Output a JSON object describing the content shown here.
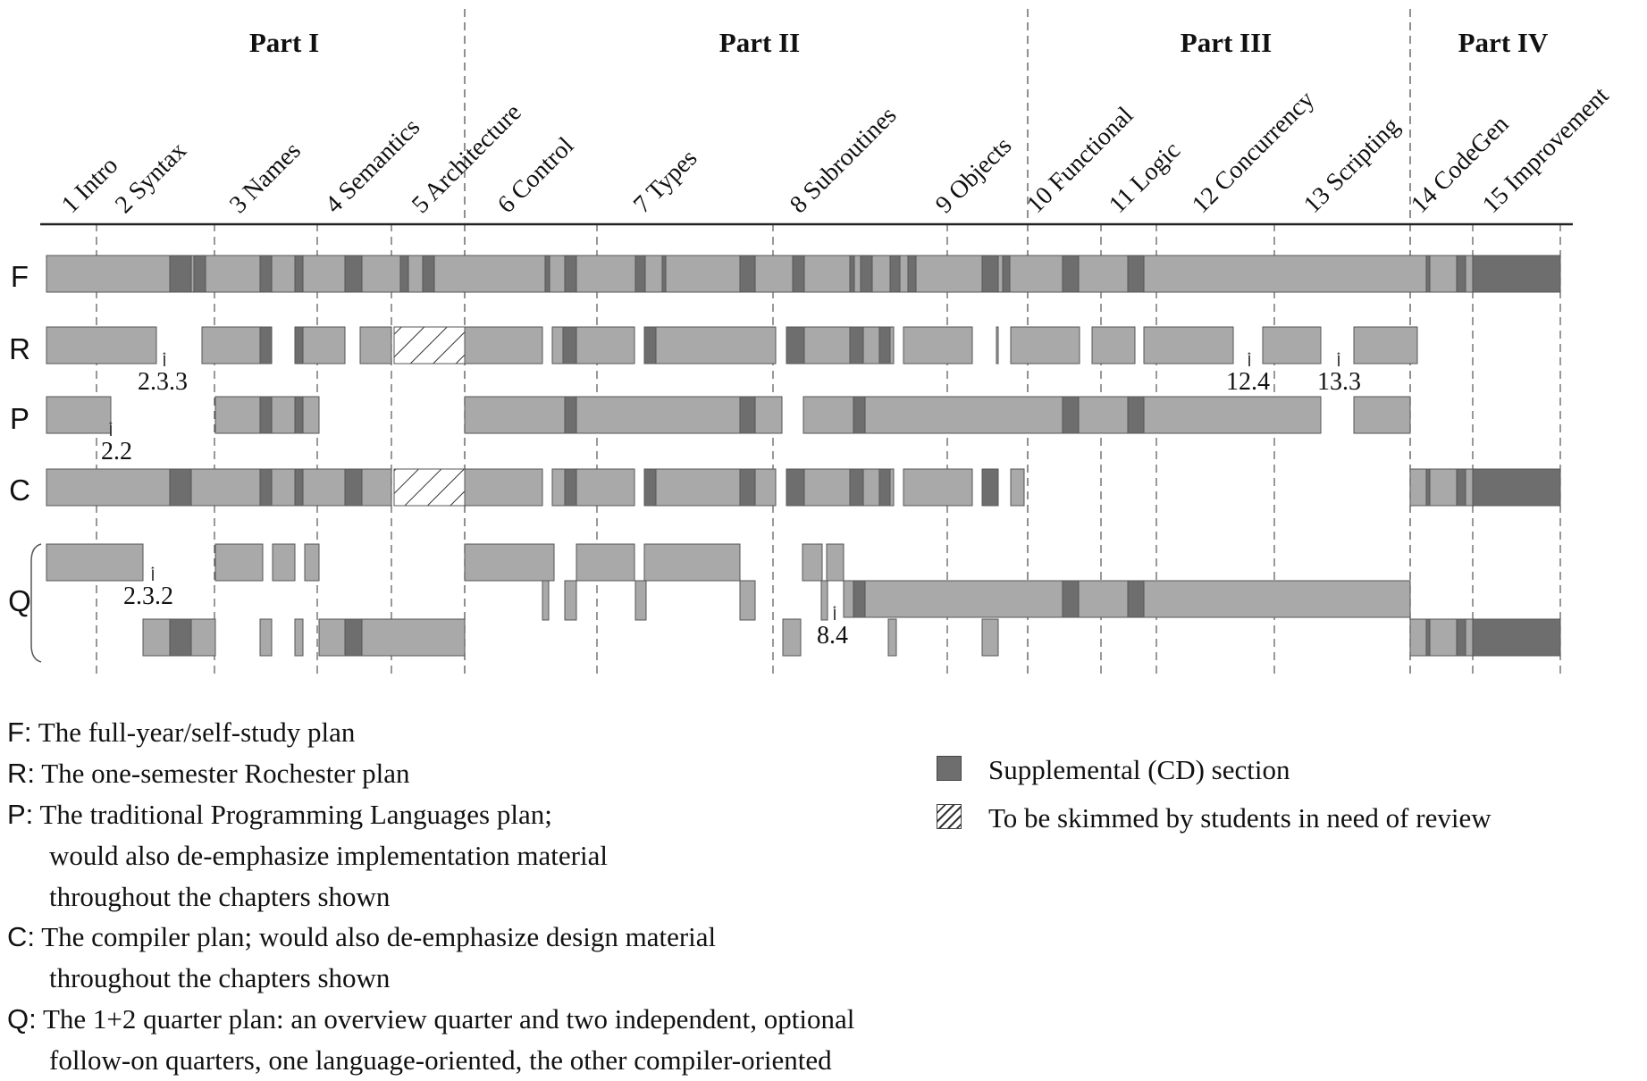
{
  "parts": [
    "Part I",
    "Part II",
    "Part III",
    "Part IV"
  ],
  "chapters": [
    "1 Intro",
    "2 Syntax",
    "3 Names",
    "4 Semantics",
    "5 Architecture",
    "6 Control",
    "7 Types",
    "8 Subroutines",
    "9 Objects",
    "10 Functional",
    "11 Logic",
    "12 Concurrency",
    "13 Scripting",
    "14 CodeGen",
    "15 Improvement"
  ],
  "rows": [
    "F",
    "R",
    "P",
    "C",
    "Q"
  ],
  "annotations": {
    "r_a": "2.3.3",
    "r_b": "12.4",
    "r_c": "13.3",
    "p_a": "2.2",
    "q_a": "2.3.2",
    "q_b": "8.4"
  },
  "plans": [
    {
      "key": "F:",
      "lines": [
        "The full-year/self-study plan"
      ]
    },
    {
      "key": "R:",
      "lines": [
        "The one-semester Rochester plan"
      ]
    },
    {
      "key": "P:",
      "lines": [
        "The traditional Programming Languages plan;",
        "would also de-emphasize implementation material",
        "throughout the chapters shown"
      ]
    },
    {
      "key": "C:",
      "lines": [
        "The compiler plan; would also de-emphasize design material",
        "throughout the chapters shown"
      ]
    },
    {
      "key": "Q:",
      "lines": [
        "The 1+2 quarter plan: an overview quarter and two independent, optional",
        "follow-on quarters, one language-oriented, the other compiler-oriented"
      ]
    }
  ],
  "symbols": {
    "supplemental": "Supplemental (CD) section",
    "skim": "To be skimmed by students in need of review"
  },
  "colors": {
    "bar": "#a9a9a9",
    "supplemental": "#6e6e6e",
    "outline": "#555555",
    "text": "#111111"
  }
}
